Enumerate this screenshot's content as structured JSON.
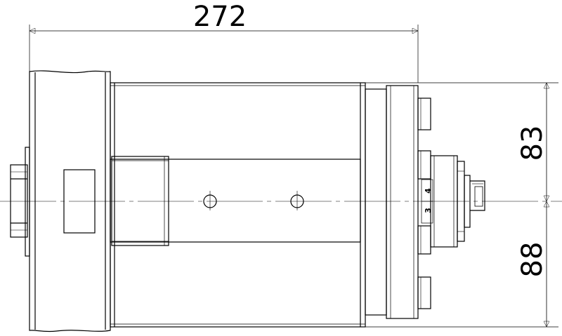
{
  "dimensions": {
    "overall_length": "272",
    "upper_height": "83",
    "lower_height": "88"
  },
  "markings": {
    "upper": "4",
    "lower": "3"
  }
}
